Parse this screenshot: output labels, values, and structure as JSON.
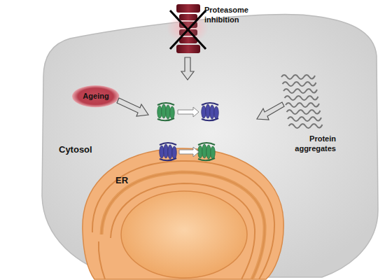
{
  "diagram": {
    "nodes": [
      {
        "text": [
          "Cytosol"
        ]
      },
      {
        "text": [
          "Ageing"
        ],
        "in": 0
      },
      {
        "text": [
          "ER"
        ],
        "in": 0
      }
    ],
    "labels": [
      "Proteasome inhibition",
      "Protein aggregates"
    ]
  }
}
